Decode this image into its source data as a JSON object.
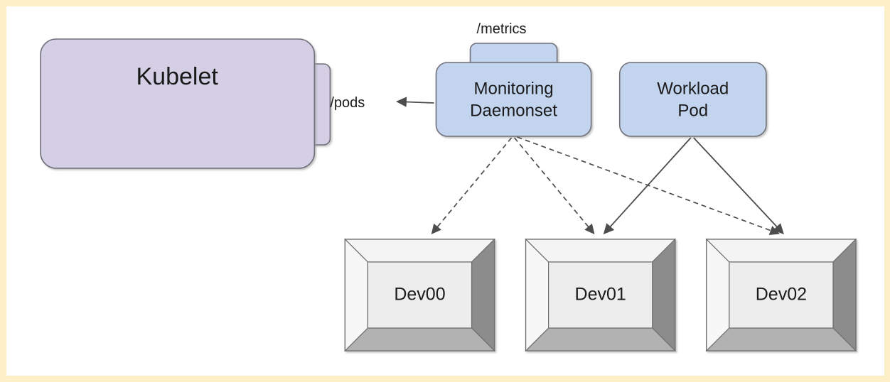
{
  "page": {
    "border_color": "#fdefc8",
    "canvas_color": "#ffffff",
    "title": "Kubernetes device monitoring diagram"
  },
  "palette": {
    "kubelet_fill": "#d5cfe6",
    "pod_fill": "#c3d4ef",
    "device_face": "#ededed",
    "device_top": "#f2f2f2",
    "device_side": "#8f8f8f",
    "device_bottom": "#b0b0b0",
    "stroke": "#706f7a",
    "arrow": "#4d4d4d",
    "text": "#1a1a1a"
  },
  "nodes": {
    "kubelet": {
      "label": "Kubelet",
      "shape": "rounded-rect-with-port",
      "port_label": "/pods"
    },
    "monitoring_daemonset": {
      "label_line1": "Monitoring",
      "label_line2": "Daemonset",
      "shape": "rounded-rect-with-top-tab",
      "tab_label": "/metrics"
    },
    "workload_pod": {
      "label_line1": "Workload",
      "label_line2": "Pod",
      "shape": "rounded-rect"
    },
    "devices": [
      {
        "label": "Dev00"
      },
      {
        "label": "Dev01"
      },
      {
        "label": "Dev02"
      }
    ]
  },
  "edges": [
    {
      "id": "daemonset-to-kubelet",
      "from": "monitoring_daemonset",
      "to": "kubelet",
      "style": "solid",
      "label": "/pods"
    },
    {
      "id": "daemonset-to-dev00",
      "from": "monitoring_daemonset",
      "to": "Dev00",
      "style": "dashed",
      "label": ""
    },
    {
      "id": "daemonset-to-dev01",
      "from": "monitoring_daemonset",
      "to": "Dev01",
      "style": "dashed",
      "label": ""
    },
    {
      "id": "daemonset-to-dev02",
      "from": "monitoring_daemonset",
      "to": "Dev02",
      "style": "dashed",
      "label": ""
    },
    {
      "id": "workload-to-dev01",
      "from": "workload_pod",
      "to": "Dev01",
      "style": "solid",
      "label": ""
    },
    {
      "id": "workload-to-dev02",
      "from": "workload_pod",
      "to": "Dev02",
      "style": "solid",
      "label": ""
    }
  ]
}
